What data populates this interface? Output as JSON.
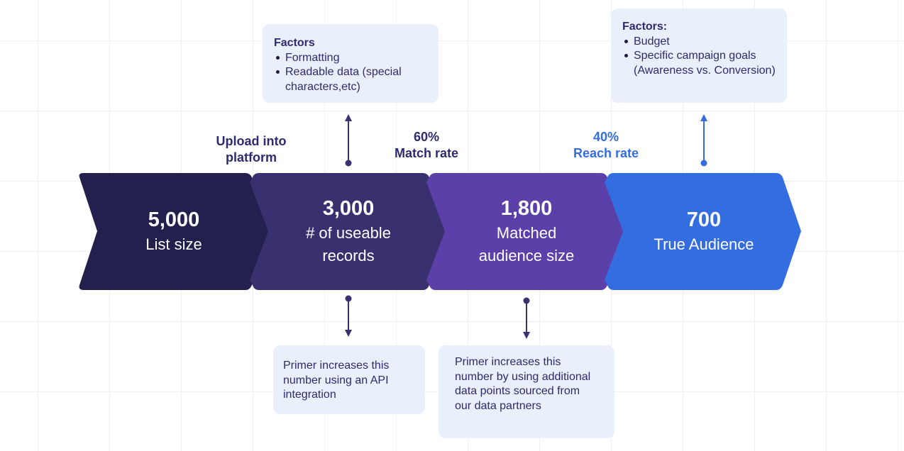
{
  "notes": {
    "top_left": {
      "title": "Factors",
      "items": [
        "Formatting",
        "Readable data (special characters,etc)"
      ]
    },
    "top_right": {
      "title": "Factors:",
      "items": [
        "Budget",
        "Specific campaign goals (Awareness vs. Conversion)"
      ]
    },
    "bottom_left": {
      "text": "Primer increases this number using an API integration"
    },
    "bottom_right": {
      "text": "Primer increases this number by using additional data points sourced from our data partners"
    }
  },
  "transitions": {
    "upload": {
      "line1": "Upload into",
      "line2": "platform"
    },
    "match": {
      "pct": "60%",
      "label": "Match rate"
    },
    "reach": {
      "pct": "40%",
      "label": "Reach rate"
    }
  },
  "stages": [
    {
      "value": "5,000",
      "caption": "List size",
      "color": "#23204e"
    },
    {
      "value": "3,000",
      "caption": "# of useable records",
      "color": "#38306f"
    },
    {
      "value": "1,800",
      "caption": "Matched audience size",
      "color": "#5a40a8"
    },
    {
      "value": "700",
      "caption": "True Audience",
      "color": "#346de0"
    }
  ],
  "colors": {
    "dark_text": "#2e2a6e",
    "blue_text": "#346de0",
    "arrow_dark": "#38306f",
    "arrow_blue": "#346de0"
  }
}
